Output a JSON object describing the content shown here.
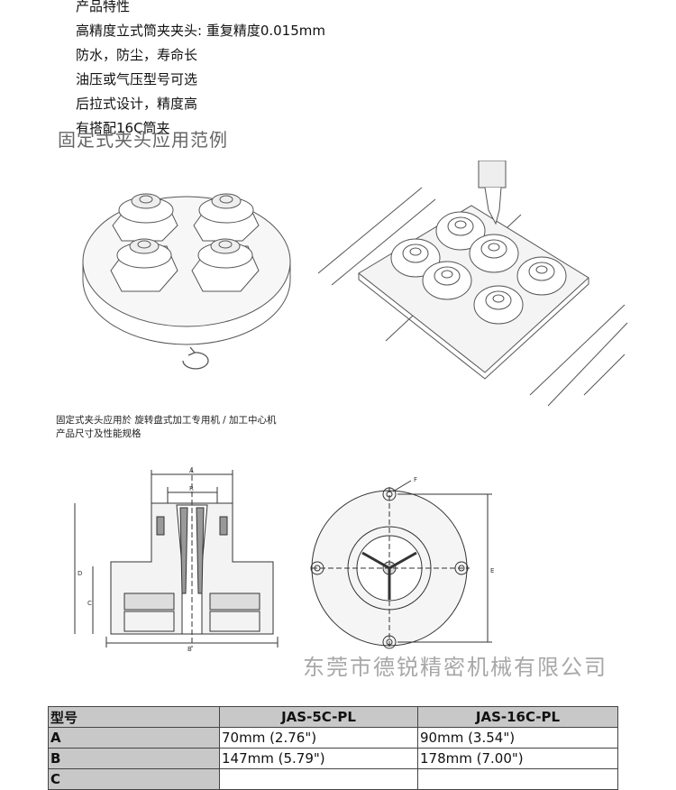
{
  "features": [
    "产品特性",
    "高精度立式筒夹夹头: 重复精度0.015mm",
    "防水，防尘，寿命长",
    "油压或气压型号可选",
    "后拉式设计，精度高",
    "有搭配16C筒夹"
  ],
  "section_title": "固定式夹头应用范例",
  "caption": {
    "line1": "固定式夹头应用於 旋转盘式加工专用机 / 加工中心机",
    "line2": "产品尺寸及性能规格"
  },
  "drawing_labels": {
    "a": "A",
    "r": "R",
    "d": "D",
    "c": "C",
    "b": "B",
    "f": "F",
    "e": "E"
  },
  "watermark": "东莞市德锐精密机械有限公司",
  "spec_table": {
    "headers": [
      "型号",
      "JAS-5C-PL",
      "JAS-16C-PL"
    ],
    "rows": [
      [
        "A",
        "70mm (2.76\")",
        "90mm (3.54\")"
      ],
      [
        "B",
        "147mm (5.79\")",
        "178mm (7.00\")"
      ],
      [
        "C",
        "",
        ""
      ]
    ]
  }
}
